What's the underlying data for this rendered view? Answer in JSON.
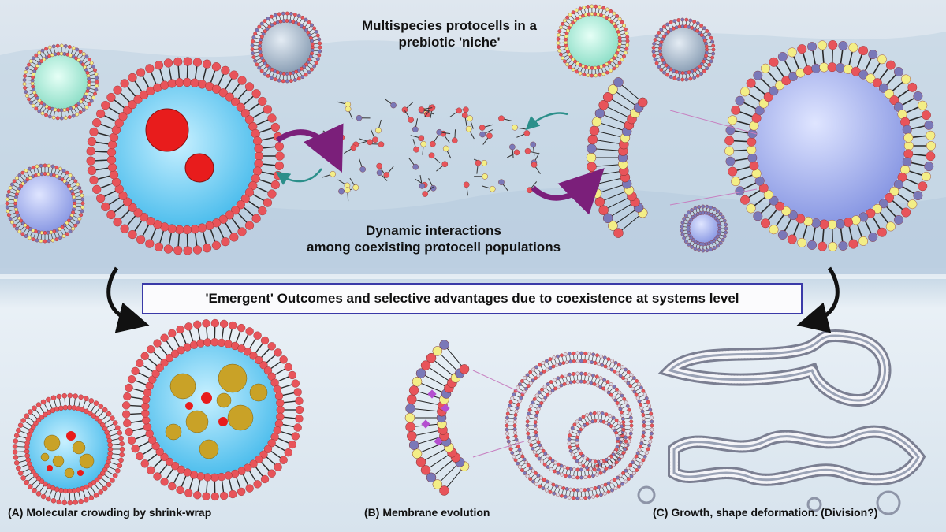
{
  "header": {
    "title": "Multispecies protocells in a\nprebiotic 'niche'",
    "subtitle": "Dynamic interactions\namong coexisting protocell populations"
  },
  "banner": {
    "text": "'Emergent' Outcomes and selective advantages due to coexistence at systems level"
  },
  "panels": [
    {
      "label": "(A) Molecular crowding by shrink-wrap"
    },
    {
      "label": "(B) Membrane evolution"
    },
    {
      "label": "(C) Growth, shape deformation. (Division?)"
    }
  ],
  "colors": {
    "lipid_red": "#e8545a",
    "lipid_yellow": "#f3ee86",
    "lipid_blue": "#7a78b8",
    "lumen_cyan": "#5cc6ee",
    "lumen_blue": "#8d9ee6",
    "crowder_gold": "#c9a227",
    "arrow_purple": "#7b1f7a",
    "arrow_teal": "#2b8f8a",
    "banner_border": "#3a3aa8"
  }
}
